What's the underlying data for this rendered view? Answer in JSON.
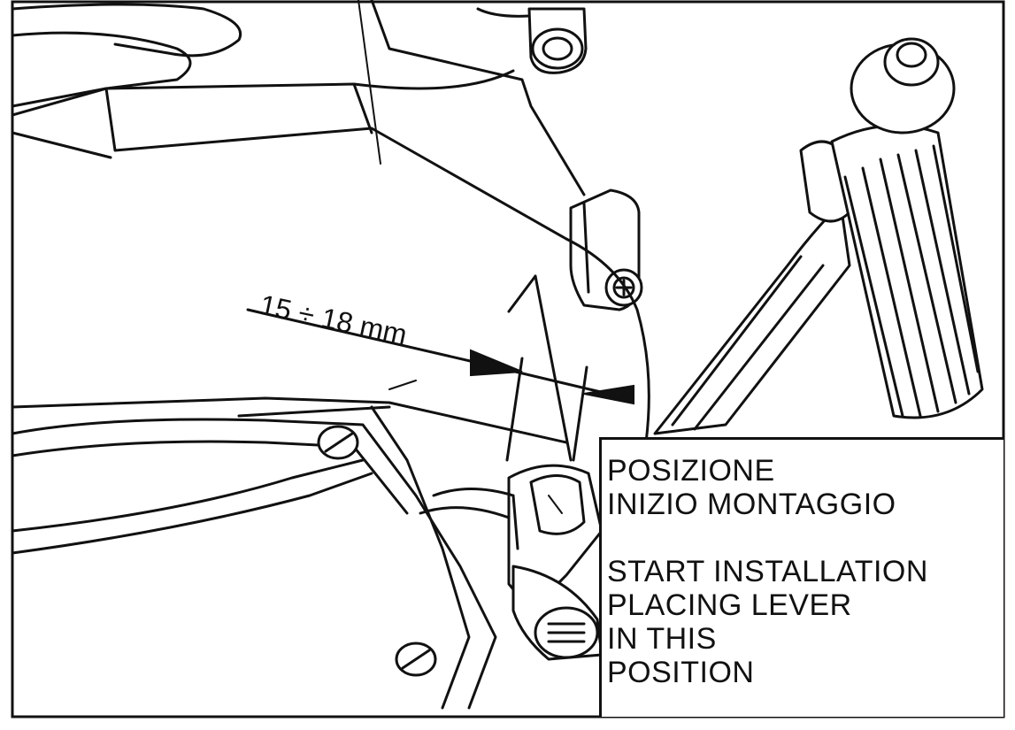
{
  "dimension": {
    "label": "15 ÷ 18 mm"
  },
  "note": {
    "italian_line1": "POSIZIONE",
    "italian_line2": "INIZIO MONTAGGIO",
    "english_line1": "START INSTALLATION",
    "english_line2": "PLACING LEVER",
    "english_line3": "IN THIS",
    "english_line4": "POSITION"
  },
  "colors": {
    "ink": "#111111",
    "paper": "#ffffff"
  }
}
